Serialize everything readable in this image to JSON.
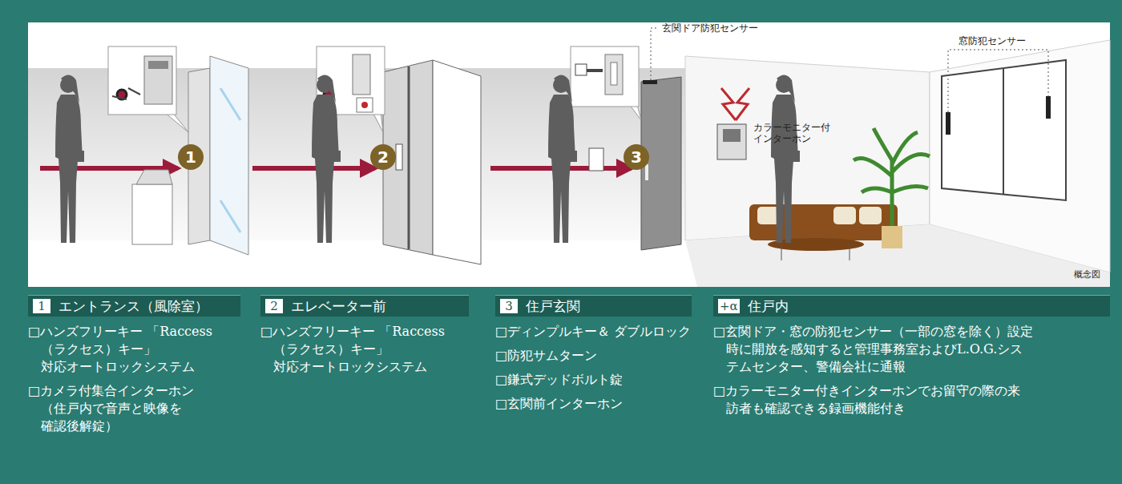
{
  "diagram": {
    "nodes": [
      {
        "text": [
          "1",
          "エントランス（風除室）",
          "□ハンズフリーキー 「Raccess（ラクセス）キー」 対応オートロックシステム",
          "□カメラ付集合インターホン （住戸内で音声と映像を 確認後解錠）"
        ]
      },
      {
        "text": [
          "2",
          "エレベーター前",
          "□ハンズフリーキー 「Raccess（ラクセス）キー」 対応オートロックシステム"
        ]
      },
      {
        "text": [
          "3",
          "住戸玄関",
          "□ディンプルキー＆ ダブルロック",
          "□防犯サムターン",
          "□鎌式デッドボルト錠",
          "□玄関前インターホン"
        ]
      },
      {
        "text": [
          "+α",
          "住戸内",
          "□玄関ドア・窓の防犯センサー（一部の窓を除く）設定 時に開放を感知すると管理事務室およびL.O.G.シス テムセンター、警備会社に通報",
          "□カラーモニター付きインターホンでお留守の際の来 訪者も確認できる録画機能付き"
        ]
      }
    ],
    "labels": [
      "1",
      "2",
      "3",
      "玄関ドア防犯センサー",
      "窓防犯センサー",
      "カラーモニター付 インターホン",
      "概念図"
    ]
  }
}
